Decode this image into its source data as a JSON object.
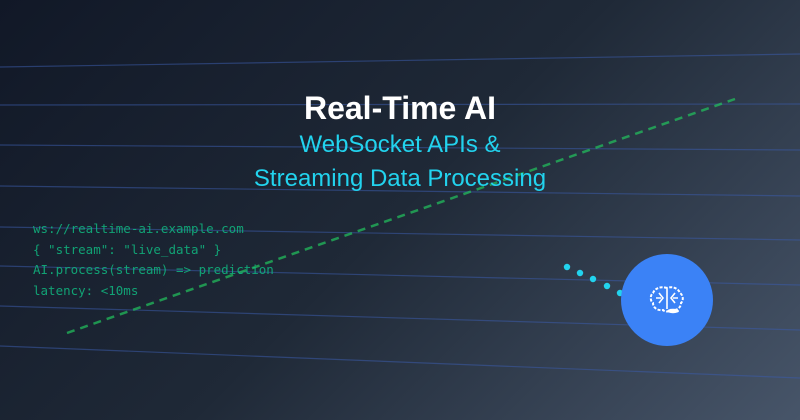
{
  "header": {
    "title": "Real-Time AI",
    "subtitle_line1": "WebSocket APIs &",
    "subtitle_line2": "Streaming Data Processing"
  },
  "code_lines": [
    "ws://realtime-ai.example.com",
    "{ \"stream\": \"live_data\" }",
    "AI.process(stream) => prediction",
    "latency: <10ms"
  ],
  "icons": {
    "central": "brain-icon"
  },
  "colors": {
    "accent": "#22d3ee",
    "code": "#10b981",
    "circle": "#3b82f6",
    "dashed": "#22c55e"
  }
}
